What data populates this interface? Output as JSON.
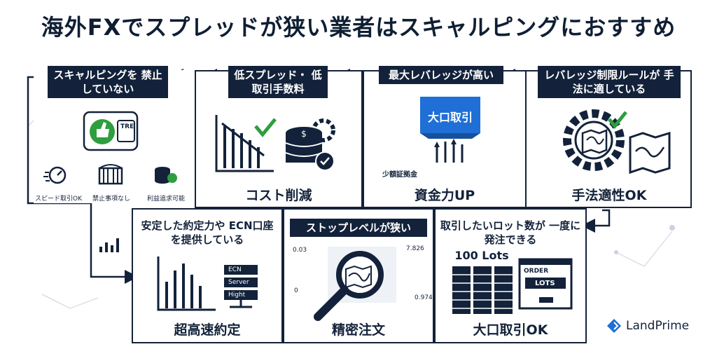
{
  "title": "海外FXでスプレッドが狭い業者はスキャルピングにおすすめ",
  "cards": {
    "scalping": {
      "header": "スキャルピングを 禁止していない",
      "labels": [
        "スピード取引OK",
        "禁止事項なし",
        "利益追求可能"
      ],
      "tre": "TRE"
    },
    "spread": {
      "header": "低スプレッド・ 低取引手数料",
      "footer": "コスト削減"
    },
    "leverage": {
      "header": "最大レバレッジが高い",
      "box": "大口取引",
      "small": "少額証拠金",
      "footer": "資金力UP"
    },
    "leverage_limit": {
      "header": "レバレッジ制限ルールが 手法に適している",
      "footer": "手法適性OK"
    },
    "ecn": {
      "header": "安定した約定力や ECN口座を提供している",
      "servers": [
        "ECN",
        "Server",
        "Hight"
      ],
      "footer": "超高速約定"
    },
    "stoplevel": {
      "header": "ストップレベルが狭い",
      "values": [
        "0.03",
        "7.826",
        "0",
        "0.974"
      ],
      "footer": "精密注文"
    },
    "lots": {
      "header": "取引したいロット数が 一度に発注できる",
      "lots_label": "100 Lots",
      "order": "ORDER",
      "order_lots": "LOTS",
      "footer": "大口取引OK"
    }
  },
  "logo": {
    "text": "LandPrime"
  },
  "colors": {
    "navy": "#13223a",
    "green": "#2e9e3e",
    "blue": "#1f6fd6"
  }
}
